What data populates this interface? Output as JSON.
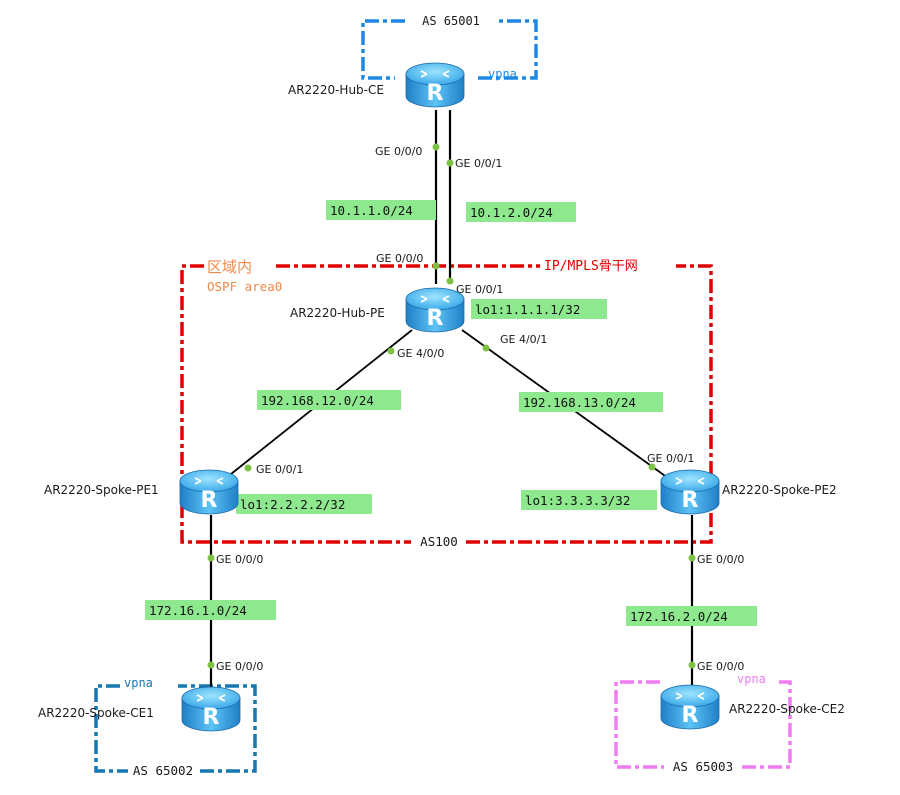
{
  "colors": {
    "hub_domain": "#1e88e5",
    "backbone": "#e00000",
    "spoke1_domain": "#1777b0",
    "spoke2_domain": "#f07cf2",
    "area_text": "#f08a4b",
    "subnet_bg": "#8ee88e",
    "link": "#000000",
    "port_dot": "#7cc142"
  },
  "domains": {
    "hub_as": "AS 65001",
    "hub_vpn": "vpna",
    "backbone_title": "IP/MPLS骨干网",
    "backbone_region": "区域内",
    "backbone_ospf": "OSPF area0",
    "backbone_as": "AS100",
    "spoke1_vpn": "vpna",
    "spoke1_as": "AS 65002",
    "spoke2_vpn": "vpna",
    "spoke2_as": "AS 65003"
  },
  "devices": {
    "hub_ce": {
      "name": "AR2220-Hub-CE",
      "icon": "router-icon"
    },
    "hub_pe": {
      "name": "AR2220-Hub-PE",
      "icon": "router-icon",
      "loopback": "lo1:1.1.1.1/32"
    },
    "spoke_pe1": {
      "name": "AR2220-Spoke-PE1",
      "icon": "router-icon",
      "loopback": "lo1:2.2.2.2/32"
    },
    "spoke_pe2": {
      "name": "AR2220-Spoke-PE2",
      "icon": "router-icon",
      "loopback": "lo1:3.3.3.3/32"
    },
    "spoke_ce1": {
      "name": "AR2220-Spoke-CE1",
      "icon": "router-icon"
    },
    "spoke_ce2": {
      "name": "AR2220-Spoke-CE2",
      "icon": "router-icon"
    }
  },
  "links": {
    "hubce_hubpe_a": {
      "subnet": "10.1.1.0/24",
      "a_if": "GE 0/0/0",
      "b_if": "GE 0/0/0"
    },
    "hubce_hubpe_b": {
      "subnet": "10.1.2.0/24",
      "a_if": "GE 0/0/1",
      "b_if": "GE 0/0/1"
    },
    "hubpe_pe1": {
      "subnet": "192.168.12.0/24",
      "a_if": "GE 4/0/0",
      "b_if": "GE 0/0/1"
    },
    "hubpe_pe2": {
      "subnet": "192.168.13.0/24",
      "a_if": "GE 4/0/1",
      "b_if": "GE 0/0/1"
    },
    "pe1_ce1": {
      "subnet": "172.16.1.0/24",
      "a_if": "GE 0/0/0",
      "b_if": "GE 0/0/0"
    },
    "pe2_ce2": {
      "subnet": "172.16.2.0/24",
      "a_if": "GE 0/0/0",
      "b_if": "GE 0/0/0"
    }
  }
}
